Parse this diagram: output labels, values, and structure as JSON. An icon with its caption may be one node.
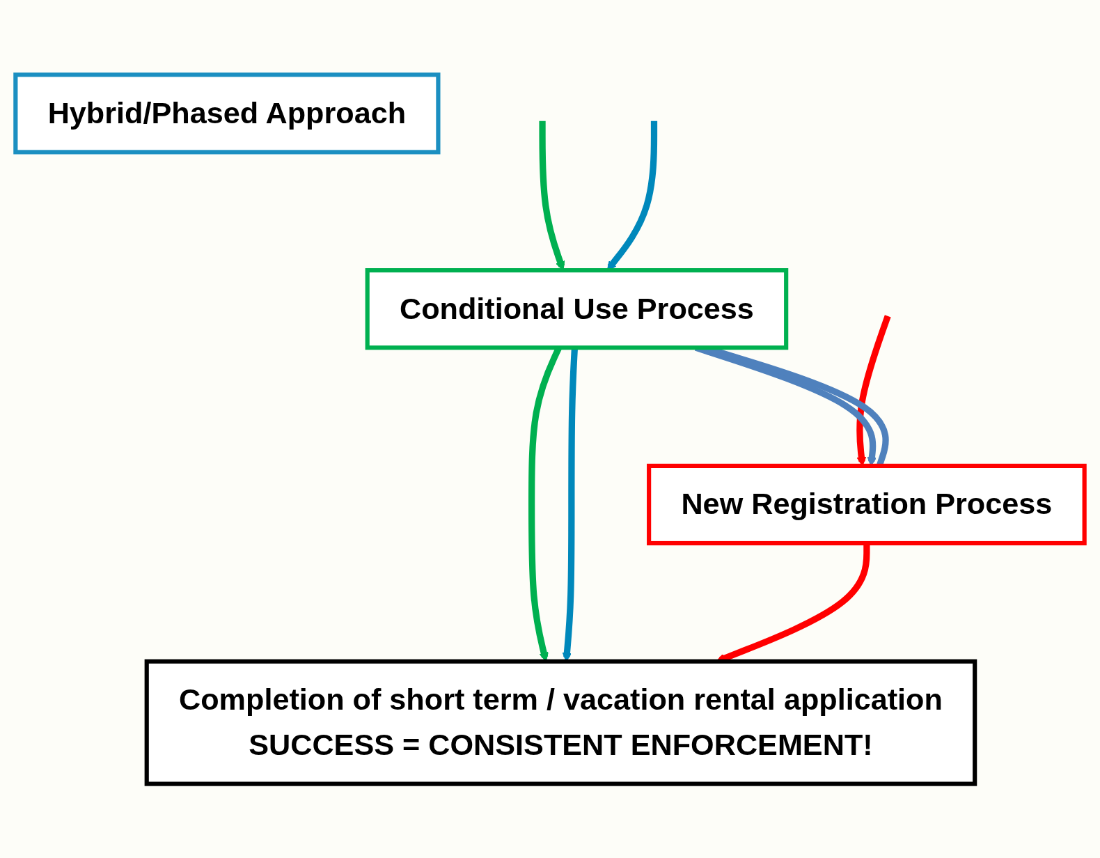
{
  "diagram": {
    "nodes": [
      {
        "text": [
          "Hybrid/Phased Approach"
        ]
      },
      {
        "text": [
          "Conditional Use Process"
        ]
      },
      {
        "text": [
          "New Registration Process"
        ]
      },
      {
        "text": [
          "Completion of short term / vacation rental application",
          "SUCCESS = CONSISTENT ENFORCEMENT!"
        ]
      }
    ],
    "edges": [
      {
        "from": null,
        "to": 1,
        "arrow": "to",
        "color": "#00b050"
      },
      {
        "from": null,
        "to": 1,
        "arrow": "to",
        "color": "#0088bb"
      },
      {
        "from": null,
        "to": 2,
        "arrow": "to",
        "color": "#ff0000"
      },
      {
        "from": 1,
        "to": 2,
        "arrow": "to",
        "color": "#4f81bd"
      },
      {
        "from": 2,
        "to": 1,
        "arrow": "to",
        "color": "#4f81bd"
      },
      {
        "from": 1,
        "to": 3,
        "arrow": "to",
        "color": "#00b050"
      },
      {
        "from": 1,
        "to": 3,
        "arrow": "to",
        "color": "#0088bb"
      },
      {
        "from": 2,
        "to": 3,
        "arrow": "to",
        "color": "#ff0000"
      }
    ]
  }
}
